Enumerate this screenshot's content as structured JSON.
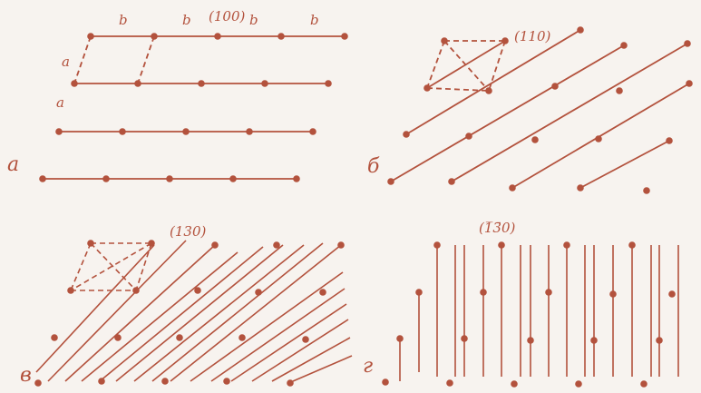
{
  "colors": {
    "ink": "#b3523d",
    "paper": "#f7f3ef"
  },
  "panels": {
    "a": {
      "letter": "a",
      "index": "(100)",
      "edge_label": "a",
      "row_label": "a",
      "b_labels": [
        "b",
        "b",
        "b",
        "b"
      ]
    },
    "b": {
      "letter": "б",
      "index": "(110)"
    },
    "v": {
      "letter": "в",
      "index": "(130)"
    },
    "g": {
      "letter": "г",
      "index": "(1̅3̄0)"
    }
  }
}
